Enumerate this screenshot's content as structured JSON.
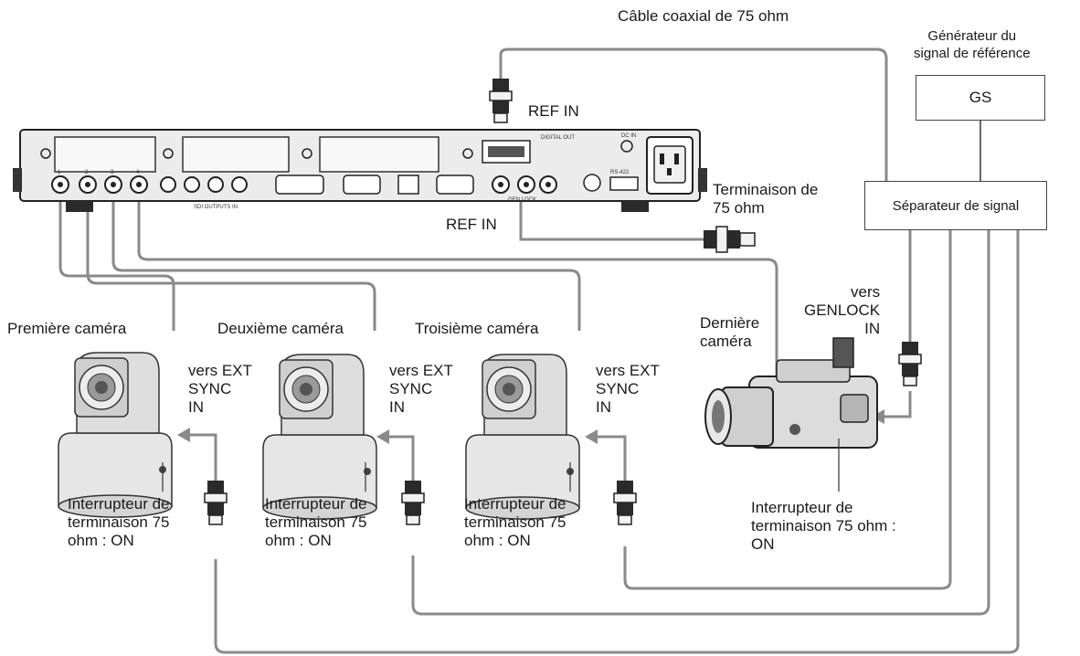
{
  "labels": {
    "coax_cable": "Câble coaxial de 75 ohm",
    "ref_generator": "Générateur du\nsignal de référence",
    "gs_box": "GS",
    "splitter_box": "Séparateur de signal",
    "ref_in_top": "REF IN",
    "ref_in_bottom": "REF IN",
    "termination": "Terminaison de\n75 ohm",
    "to_genlock": "vers\nGENLOCK\nIN",
    "last_camera": "Dernière\ncaméra",
    "first_camera": "Première caméra",
    "second_camera": "Deuxième caméra",
    "third_camera": "Troisième caméra",
    "ext_sync_1": "vers EXT\nSYNC\nIN",
    "ext_sync_2": "vers EXT\nSYNC\nIN",
    "ext_sync_3": "vers EXT\nSYNC\nIN",
    "term_switch_1": "Interrupteur de\nterminaison 75\nohm : ON",
    "term_switch_2": "Interrupteur de\nterminaison 75\nohm : ON",
    "term_switch_3": "Interrupteur de\nterminaison 75\nohm : ON",
    "term_switch_last": "Interrupteur de\nterminaison 75 ohm :\nON"
  },
  "panel_labels": {
    "sdi_outputs": "SDI OUTPUTS IN",
    "genlock": "GEN LOCK",
    "digital_out": "DIGITAL OUT",
    "dc_in": "DC IN",
    "rs422": "RS-422"
  },
  "port_numbers": [
    "1",
    "2",
    "3",
    "4"
  ],
  "colors": {
    "cable": "#8a8a8a",
    "line": "#333333",
    "device": "#e4e4e4"
  }
}
